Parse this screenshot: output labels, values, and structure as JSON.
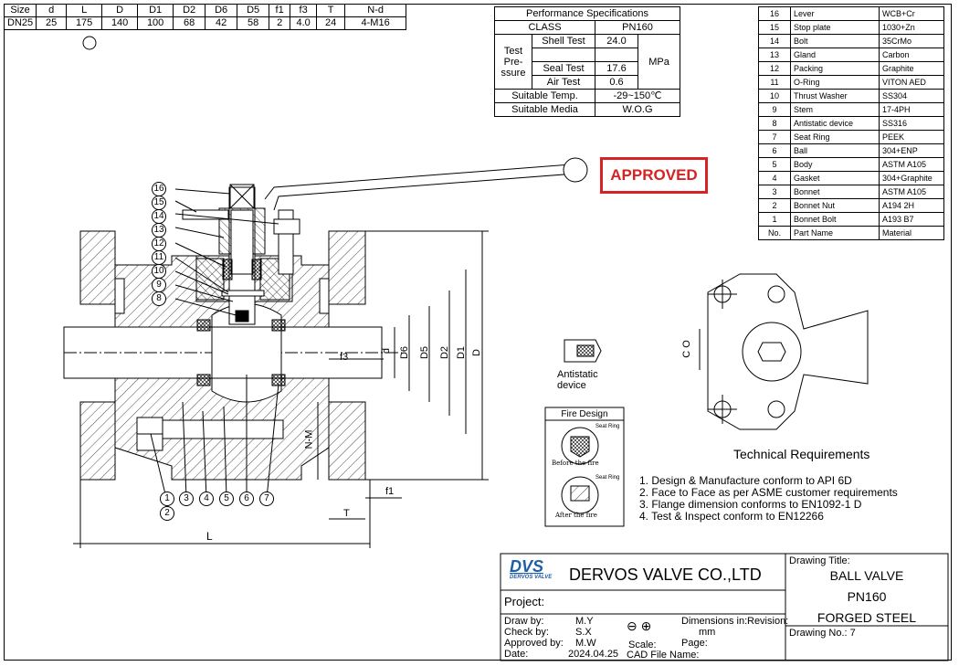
{
  "dimensions": {
    "headers": [
      "Size",
      "d",
      "L",
      "D",
      "D1",
      "D2",
      "D6",
      "D5",
      "f1",
      "f3",
      "T",
      "N-d"
    ],
    "values": [
      "DN25",
      "25",
      "175",
      "140",
      "100",
      "68",
      "42",
      "58",
      "2",
      "4.0",
      "24",
      "4-M16"
    ]
  },
  "performance": {
    "title": "Performance Specifications",
    "class_label": "CLASS",
    "class_value": "PN160",
    "test_pressure_label": "Test Pre- ssure",
    "shell_test_label": "Shell Test",
    "shell_test_value": "24.0",
    "seal_test_label": "Seal Test",
    "seal_test_value": "17.6",
    "air_test_label": "Air Test",
    "air_test_value": "0.6",
    "unit": "MPa",
    "temp_label": "Suitable Temp.",
    "temp_value": "-29~150℃",
    "media_label": "Suitable Media",
    "media_value": "W.O.G"
  },
  "parts": [
    {
      "no": "16",
      "name": "Lever",
      "material": "WCB+Cr"
    },
    {
      "no": "15",
      "name": "Stop plate",
      "material": "1030+Zn"
    },
    {
      "no": "14",
      "name": "Bolt",
      "material": "35CrMo"
    },
    {
      "no": "13",
      "name": "Gland",
      "material": "Carbon"
    },
    {
      "no": "12",
      "name": "Packing",
      "material": "Graphite"
    },
    {
      "no": "11",
      "name": "O-Ring",
      "material": "VITON AED"
    },
    {
      "no": "10",
      "name": "Thrust Washer",
      "material": "SS304"
    },
    {
      "no": "9",
      "name": "Stem",
      "material": "17-4PH"
    },
    {
      "no": "8",
      "name": "Antistatic device",
      "material": "SS316"
    },
    {
      "no": "7",
      "name": "Seat Ring",
      "material": "PEEK"
    },
    {
      "no": "6",
      "name": "Ball",
      "material": "304+ENP"
    },
    {
      "no": "5",
      "name": "Body",
      "material": "ASTM A105"
    },
    {
      "no": "4",
      "name": "Gasket",
      "material": "304+Graphite"
    },
    {
      "no": "3",
      "name": "Bonnet",
      "material": "ASTM A105"
    },
    {
      "no": "2",
      "name": "Bonnet Nut",
      "material": "A194 2H"
    },
    {
      "no": "1",
      "name": "Bonnet Bolt",
      "material": "A193 B7"
    }
  ],
  "parts_header": {
    "no": "No.",
    "name": "Part Name",
    "material": "Material"
  },
  "approved": "APPROVED",
  "section_labels": {
    "d": "d",
    "D6": "D6",
    "D5": "D5",
    "D2": "D2",
    "D1": "D1",
    "D": "D",
    "f3": "f3",
    "f1": "f1",
    "T": "T",
    "L": "L",
    "NM": "N-M"
  },
  "callouts_left": [
    "16",
    "15",
    "14",
    "13",
    "12",
    "11",
    "10",
    "9",
    "8"
  ],
  "callouts_bottom": [
    "1",
    "2",
    "3",
    "4",
    "5",
    "6",
    "7"
  ],
  "antistatic_label": "Antistatic device",
  "co_label": "C O",
  "fire_design": {
    "title": "Fire Design",
    "seat_ring": "Seat Ring",
    "before": "Before the fire",
    "after": "After the fire"
  },
  "tech_req": {
    "title": "Technical Requirements",
    "items": [
      "1. Design & Manufacture conform to API 6D",
      "2. Face to Face as per ASME customer requirements",
      "3. Flange dimension conforms to EN1092-1 D",
      "4. Test & Inspect  conform to EN12266"
    ]
  },
  "title_block": {
    "logo": "DVS",
    "logo_sub": "DERVOS VALVE",
    "company": "DERVOS VALVE CO.,LTD",
    "project_label": "Project:",
    "draw_by_label": "Draw by:",
    "draw_by": "M.Y",
    "check_by_label": "Check by:",
    "check_by": "S.X",
    "approved_by_label": "Approved by:",
    "approved_by": "M.W",
    "date_label": "Date:",
    "date": "2024.04.25",
    "dimensions_label": "Dimensions in:",
    "dimensions_unit": "mm",
    "revision_label": "Revision:",
    "scale_label": "Scale:",
    "page_label": "Page:",
    "cad_label": "CAD File Name:",
    "drawing_title_label": "Drawing Title:",
    "drawing_title": "BALL VALVE",
    "pressure": "PN160",
    "material": "FORGED STEEL",
    "drawing_no_label": "Drawing No.:",
    "drawing_no": "7"
  },
  "colors": {
    "approved": "#d62222",
    "logo": "#1f5fa8",
    "ink": "#000000"
  }
}
